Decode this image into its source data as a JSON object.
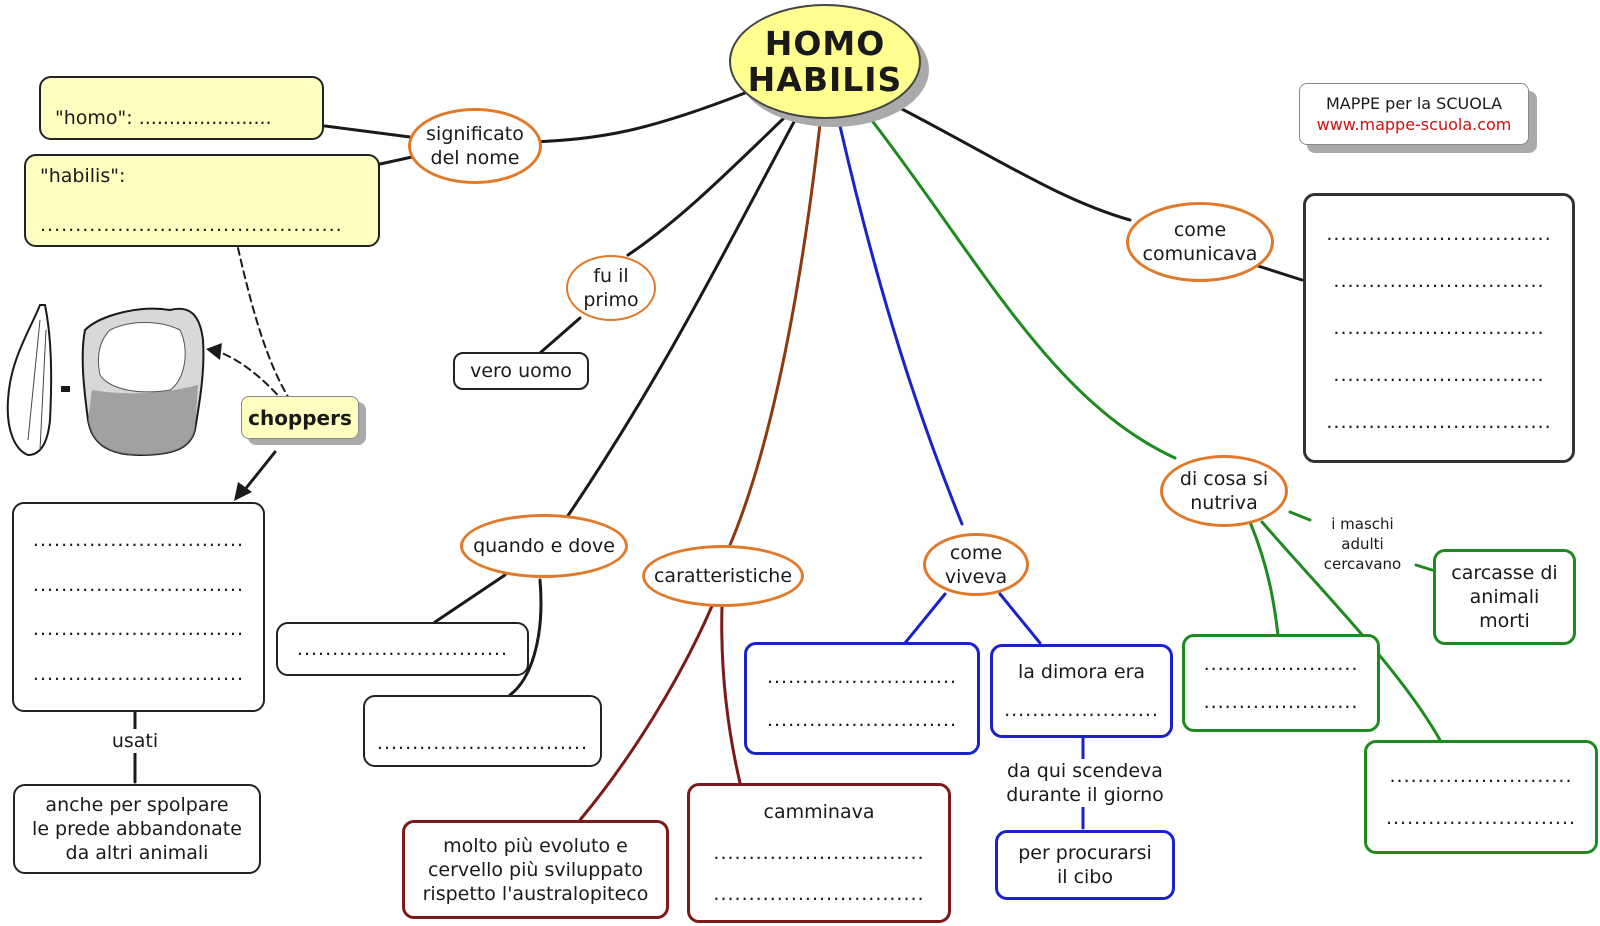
{
  "title": "HOMO HABILIS",
  "title_lines": [
    "HOMO",
    "HABILIS"
  ],
  "credit": {
    "line1": "MAPPE per la SCUOLA",
    "line2": "www.mappe-scuola.com"
  },
  "nodes": {
    "significato": "significato del nome",
    "homo": "\"homo\": ......................",
    "habilis_label": "\"habilis\":",
    "habilis_dots": "...........................................",
    "choppers": "choppers",
    "choppers_box": [
      "..............................",
      "..............................",
      "..............................",
      ".............................."
    ],
    "usati": "usati",
    "spolpare": [
      "anche per spolpare",
      "le prede abbandonate",
      "da altri animali"
    ],
    "fu_primo": [
      "fu il",
      "primo"
    ],
    "vero_uomo": "vero uomo",
    "quando_dove": "quando e dove",
    "quando_box1": "..............................",
    "quando_box2": "..............................",
    "caratteristiche": "caratteristiche",
    "evoluto": [
      "molto più evoluto e",
      "cervello più sviluppato",
      "rispetto l'australopiteco"
    ],
    "camminava": "camminava",
    "camminava_dots": [
      "..............................",
      ".............................."
    ],
    "come_viveva": [
      "come",
      "viveva"
    ],
    "viveva_box": [
      "...........................",
      "..........................."
    ],
    "dimora": "la dimora era",
    "dimora_dots": "......................",
    "scendeva": [
      "da qui scendeva",
      "durante il giorno"
    ],
    "procurarsi": [
      "per procurarsi",
      "il cibo"
    ],
    "come_comunicava": [
      "come",
      "comunicava"
    ],
    "comunicava_box": [
      "................................",
      "..............................",
      "..............................",
      "..............................",
      "................................"
    ],
    "nutriva": [
      "di cosa si",
      "nutriva"
    ],
    "maschi": [
      "i maschi",
      "adulti",
      "cercavano"
    ],
    "carcasse": [
      "carcasse di",
      "animali",
      "morti"
    ],
    "nutriva_box1": [
      "......................",
      "......................"
    ],
    "nutriva_box2": [
      "..........................",
      "..........................."
    ]
  },
  "colors": {
    "orange": "#e07a2a",
    "black_line": "#1a1a1a",
    "brown": "#8b3a0f",
    "dark_red": "#7a1a1a",
    "blue": "#1a22c8",
    "green": "#1f8a1f",
    "yellow": "#fefec0",
    "title_fill": "#ffff90",
    "credit_red": "#cc1111"
  }
}
